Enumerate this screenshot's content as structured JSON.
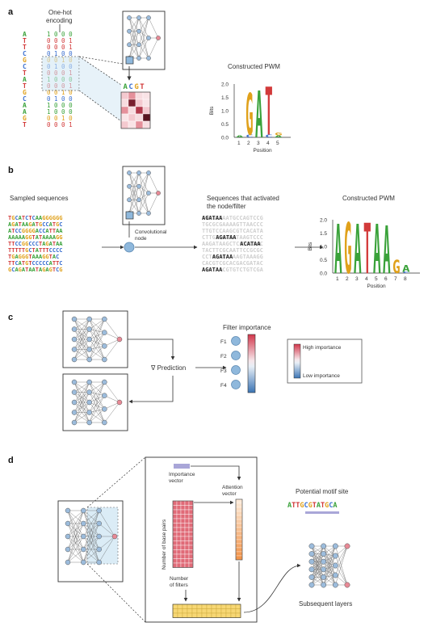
{
  "panels": {
    "a": {
      "letter": "a",
      "onehot_title": "One-hot\nencoding",
      "sequence": [
        "A",
        "T",
        "T",
        "C",
        "G",
        "C",
        "T",
        "A",
        "T",
        "G",
        "C",
        "A",
        "A",
        "G",
        "T"
      ],
      "onehot_rows": [
        "1 0 0 0",
        "0 0 0 1",
        "0 0 0 1",
        "0 1 0 0",
        "0 0 1 0",
        "0 1 0 0",
        "0 0 0 1",
        "1 0 0 0",
        "0 0 0 1",
        "0 0 1 0",
        "0 1 0 0",
        "1 0 0 0",
        "1 0 0 0",
        "0 0 1 0",
        "0 0 0 1"
      ],
      "filter_header": "ACGT",
      "pwm_title": "Constructed PWM",
      "y_axis": "Bits",
      "x_axis": "Position",
      "y_ticks": [
        "2.0",
        "1.5",
        "1.0",
        "0.5",
        "0.0"
      ],
      "x_ticks": [
        "1",
        "2",
        "3",
        "4",
        "5"
      ]
    },
    "b": {
      "letter": "b",
      "sampled_title": "Sampled sequences",
      "sampled_seqs": [
        "TGCATCTCAAGGGGGG",
        "AGATAAGATGCCATGC",
        "ATCCGGGGACCATTAA",
        "AAAAAGGTATAAAAGG",
        "TTCCGGCCCTAGATAA",
        "TTTTTGCTATTTCCCC",
        "TGAGGGTAAAGGTAC",
        "TTCATGTCCCCCATTC",
        "GCAGATAATAGAGTCG"
      ],
      "conv_label": "Convolutional\nnode",
      "activated_title": "Sequences that activated\nthe node/filter",
      "activated_motifs": [
        "AGATAA",
        "AGATAA",
        "ACATAA",
        "AGATAA",
        "AGATAA"
      ],
      "pwm_title": "Constructed PWM",
      "y_axis": "Bits",
      "x_axis": "Position",
      "y_ticks": [
        "2.0",
        "1.5",
        "1.0",
        "0.5",
        "0.0"
      ],
      "x_ticks": [
        "1",
        "2",
        "3",
        "4",
        "5",
        "6",
        "7",
        "8"
      ]
    },
    "c": {
      "letter": "c",
      "prediction": "∇ Prediction",
      "filter_importance": "Filter importance",
      "filters": [
        "F1",
        "F2",
        "F3",
        "F4"
      ],
      "high": "High importance",
      "low": "Low importance"
    },
    "d": {
      "letter": "d",
      "importance_vector": "Importance\nvector",
      "attention_vector": "Attention\nvector",
      "num_base_pairs": "Number of base pairs",
      "num_filters": "Number\nof filters",
      "motif_site_title": "Potential motif site",
      "motif_site_seq": "ATTGCGTATGCA",
      "subsequent": "Subsequent layers"
    }
  },
  "colors": {
    "A": "#3aa23a",
    "C": "#3a6fd0",
    "G": "#e0a11b",
    "T": "#d23a3a",
    "node": "#8fb8dc",
    "accent": "#e56b7a"
  }
}
